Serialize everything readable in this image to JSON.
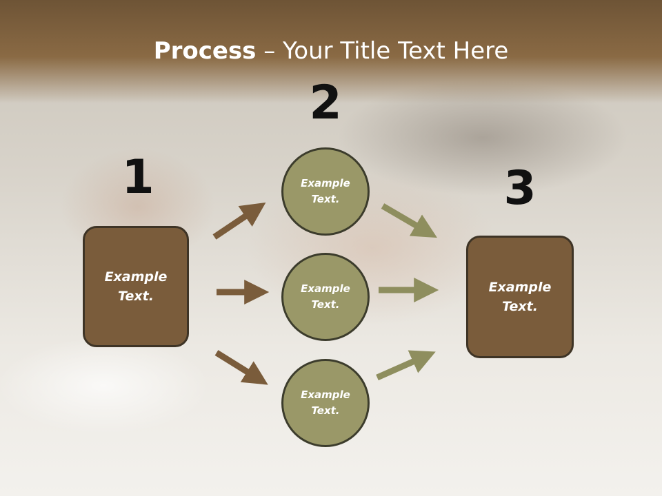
{
  "title": {
    "bold": "Process",
    "rest": " – Your Title Text Here"
  },
  "steps": {
    "one": "1",
    "two": "2",
    "three": "3"
  },
  "boxes": {
    "left": "Example\nText.",
    "right": "Example\nText."
  },
  "circles": [
    {
      "label": "Example\nText."
    },
    {
      "label": "Example\nText."
    },
    {
      "label": "Example\nText."
    }
  ],
  "colors": {
    "box_fill": "#7a5c3b",
    "circle_fill": "#9a9868",
    "arrow_brown": "#7a5c3b",
    "arrow_olive": "#8e8e5e"
  }
}
